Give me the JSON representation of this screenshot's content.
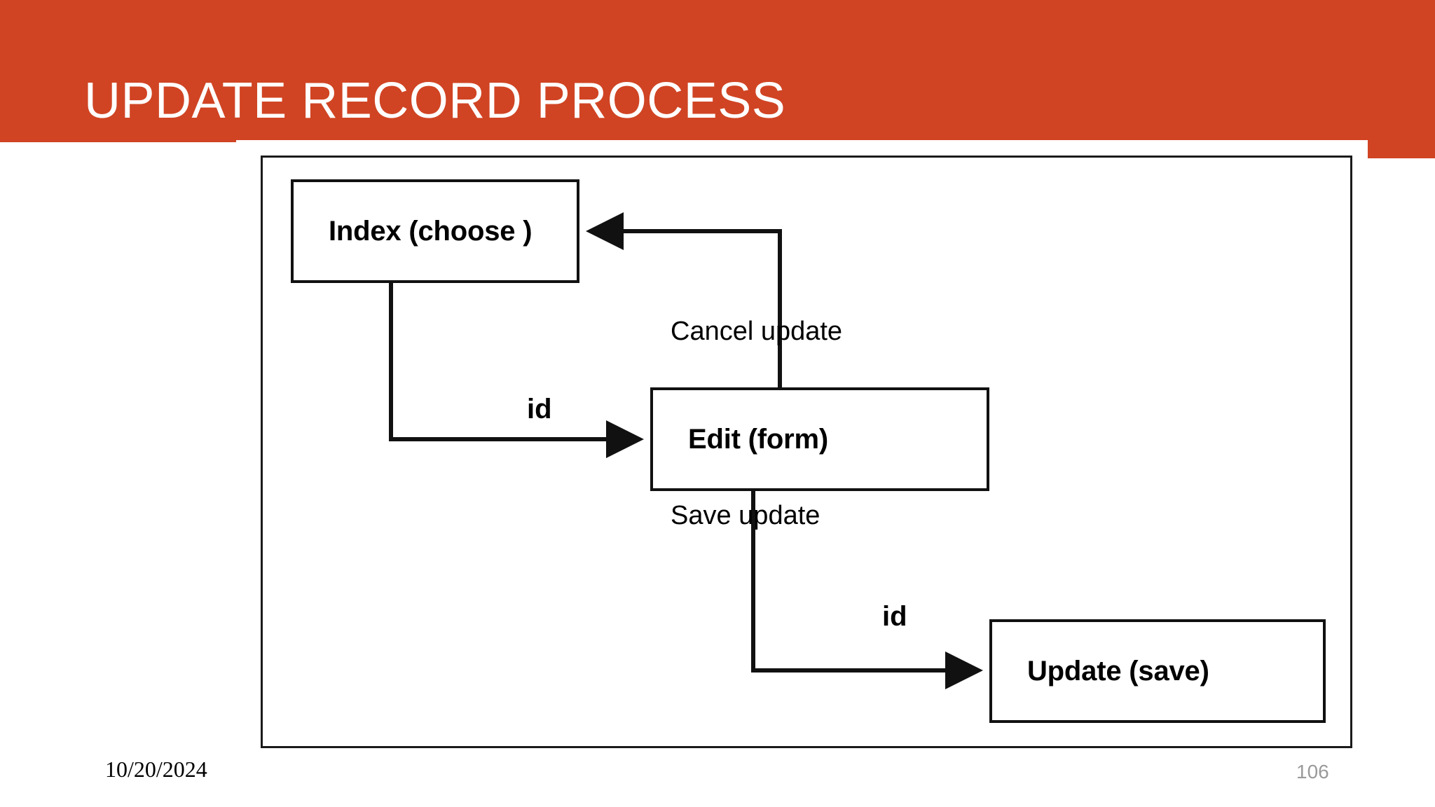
{
  "slide": {
    "title": "UPDATE RECORD PROCESS",
    "accent_color": "#d04423",
    "background_color": "#ffffff"
  },
  "footer": {
    "date": "10/20/2024",
    "page_number": "106"
  },
  "diagram": {
    "type": "flowchart",
    "nodes": [
      {
        "id": "index",
        "label": "Index (choose )"
      },
      {
        "id": "edit",
        "label": "Edit (form)"
      },
      {
        "id": "update",
        "label": "Update (save)"
      }
    ],
    "edges": [
      {
        "from": "index",
        "to": "edit",
        "label": "id",
        "style": "bold"
      },
      {
        "from": "edit",
        "to": "index",
        "label": "Cancel update",
        "style": "plain"
      },
      {
        "from": "edit",
        "to": "update",
        "label": "Save update",
        "style": "plain"
      },
      {
        "from": "edit",
        "to": "update",
        "label": "id",
        "style": "bold"
      }
    ]
  }
}
